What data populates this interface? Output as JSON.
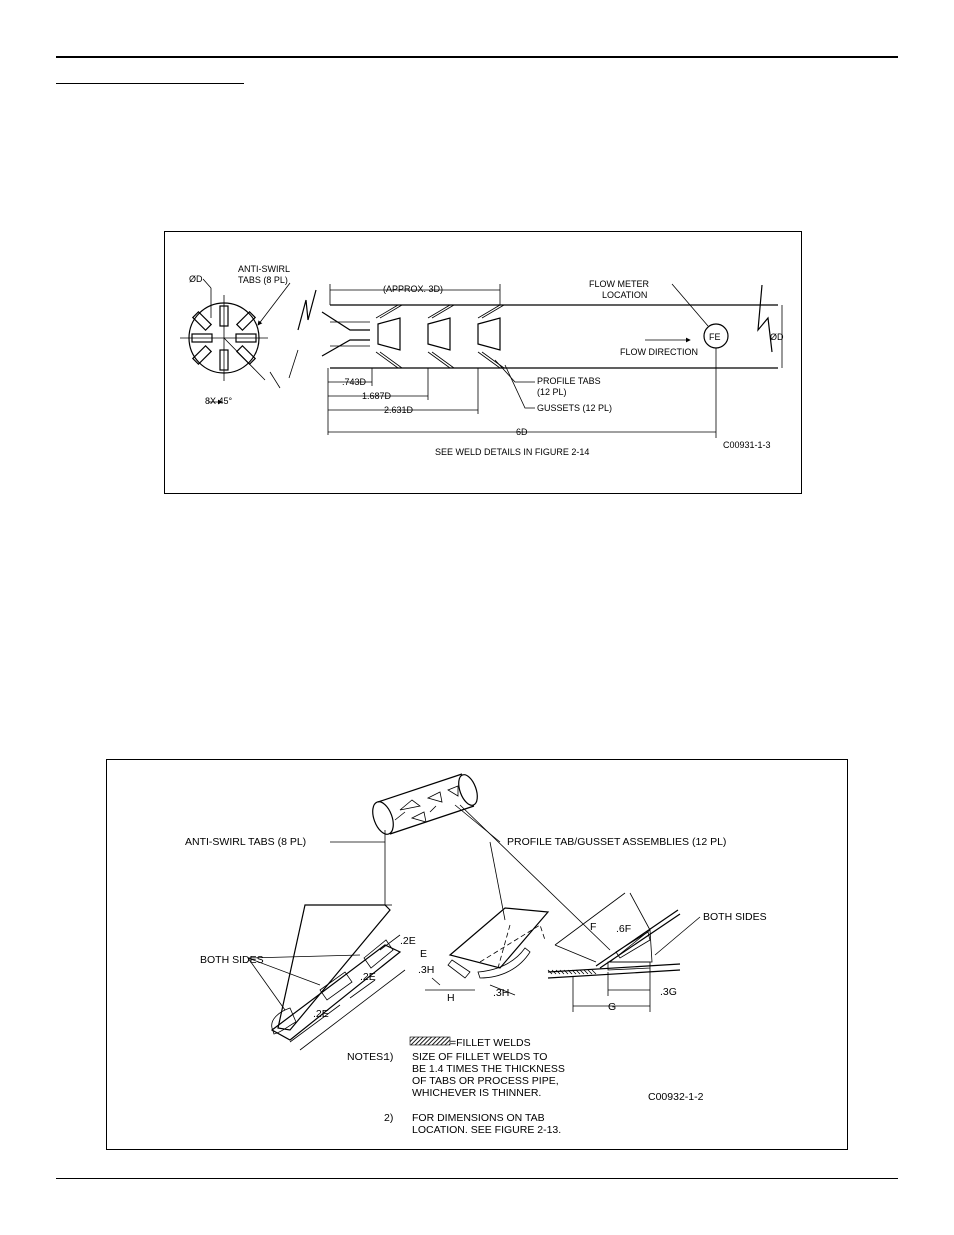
{
  "figure1": {
    "diameter_left": "ØD",
    "anti_swirl_line1": "ANTI-SWIRL",
    "anti_swirl_line2": "TABS (8 PL)",
    "approx": "(APPROX. 3D)",
    "flow_meter_line1": "FLOW METER",
    "flow_meter_line2": "LOCATION",
    "fe": "FE",
    "flow_direction": "FLOW DIRECTION",
    "diameter_right": "ØD",
    "dim_743": ".743D",
    "dim_1687": "1.687D",
    "dim_2631": "2.631D",
    "dim_6d": "6D",
    "profile_tabs_line1": "PROFILE TABS",
    "profile_tabs_line2": "(12 PL)",
    "gussets": "GUSSETS (12 PL)",
    "angle": "8X 45°",
    "see_weld": "SEE WELD DETAILS IN FIGURE 2-14",
    "code": "C00931-1-3"
  },
  "figure2": {
    "anti_swirl": "ANTI-SWIRL TABS (8 PL)",
    "profile_assemblies": "PROFILE TAB/GUSSET ASSEMBLIES (12 PL)",
    "both_sides_left": "BOTH SIDES",
    "both_sides_right": "BOTH SIDES",
    "dim_2e_a": ".2E",
    "dim_e": "E",
    "dim_2e_b": ".2E",
    "dim_2e_c": ".2E",
    "dim_3h_a": ".3H",
    "dim_h": "H",
    "dim_3h_b": ".3H",
    "dim_f": "F",
    "dim_6f": ".6F",
    "dim_g": "G",
    "dim_3g": ".3G",
    "legend": "=FILLET WELDS",
    "notes_label": "NOTES:",
    "note1_num": "1)",
    "note1_line1": "SIZE OF FILLET WELDS TO",
    "note1_line2": "BE 1.4 TIMES THE THICKNESS",
    "note1_line3": "OF TABS OR PROCESS PIPE,",
    "note1_line4": "WHICHEVER IS THINNER.",
    "note2_num": "2)",
    "note2_line1": "FOR DIMENSIONS ON TAB",
    "note2_line2": "LOCATION. SEE FIGURE 2-13.",
    "code": "C00932-1-2"
  }
}
